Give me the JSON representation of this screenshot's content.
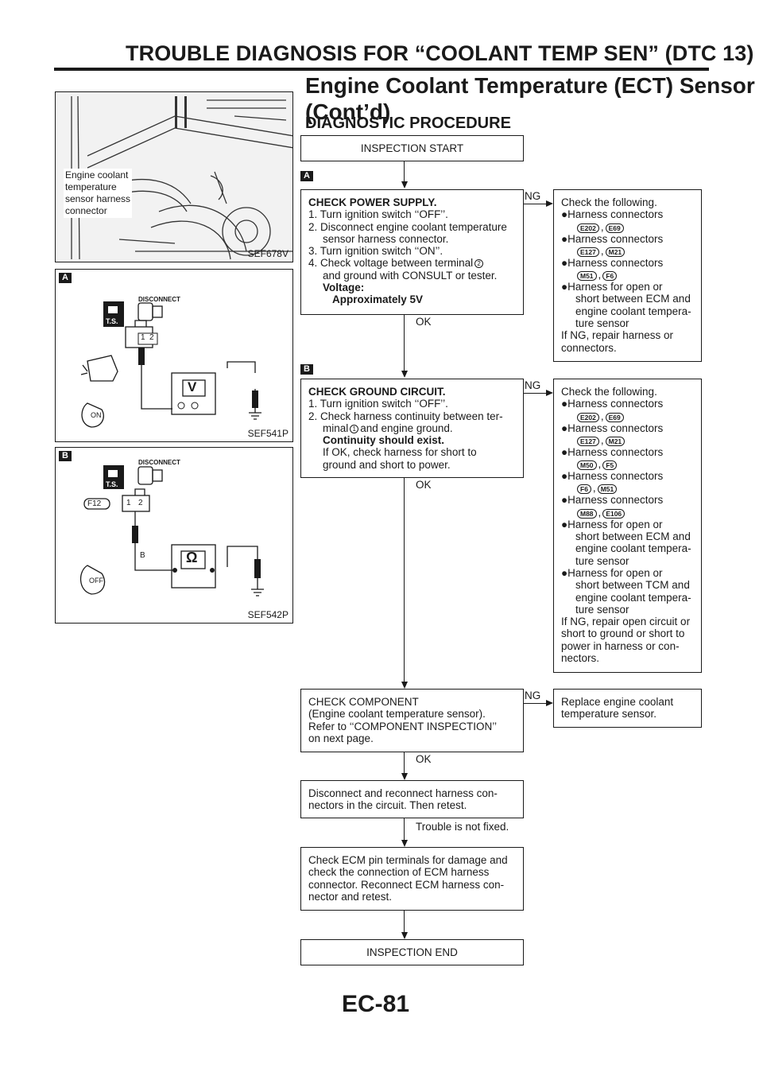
{
  "header": {
    "title": "TROUBLE DIAGNOSIS FOR “COOLANT TEMP SEN” (DTC 13)",
    "section_line1": "Engine Coolant Temperature (ECT) Sensor",
    "section_line2": "(Cont’d)"
  },
  "procedure_title": "DIAGNOSTIC PROCEDURE",
  "figures": {
    "fig1": {
      "code": "SEF678V",
      "label": "Engine coolant\ntemperature\nsensor harness\nconnector"
    },
    "fig2": {
      "code": "SEF541P",
      "badge": "A",
      "disconnect": "DISCONNECT",
      "ts": "T.S.",
      "pin1": "1",
      "pin2": "2",
      "meter": "V",
      "key": "ON"
    },
    "fig3": {
      "code": "SEF542P",
      "badge": "B",
      "disconnect": "DISCONNECT",
      "ts": "T.S.",
      "connector": "F12",
      "pin1": "1",
      "pin2": "2",
      "wire": "B",
      "meter": "Ω",
      "key": "OFF"
    }
  },
  "flow": {
    "start": "INSPECTION START",
    "badge_a": "A",
    "badge_b": "B",
    "step1": {
      "title": "CHECK POWER SUPPLY.",
      "l1": "1. Turn ignition switch ‘‘OFF’’.",
      "l2": "2. Disconnect engine coolant temperature",
      "l2b": "sensor harness connector.",
      "l3": "3. Turn ignition switch ‘‘ON’’.",
      "l4": "4. Check voltage between terminal",
      "l4_term": "2",
      "l4b": "and ground with CONSULT or tester.",
      "voltage_label": "Voltage:",
      "voltage_value": "Approximately 5V",
      "ok": "OK",
      "ng": "NG"
    },
    "ng1": {
      "head": "Check the following.",
      "items": [
        {
          "text": "Harness connectors",
          "c1": "E202",
          "c2": "E69"
        },
        {
          "text": "Harness connectors",
          "c1": "E127",
          "c2": "M21"
        },
        {
          "text": "Harness connectors",
          "c1": "M51",
          "c2": "F6"
        }
      ],
      "extra_l1": "Harness for open or",
      "extra_l2": "short between ECM and",
      "extra_l3": "engine coolant tempera-",
      "extra_l4": "ture sensor",
      "tail1": "If NG, repair harness or",
      "tail2": "connectors."
    },
    "step2": {
      "title": "CHECK GROUND CIRCUIT.",
      "l1": "1. Turn ignition switch ‘‘OFF’’.",
      "l2": "2. Check harness continuity between ter-",
      "l2b_pre": "minal",
      "l2_term": "1",
      "l2b_post": "and engine ground.",
      "cont": "Continuity should exist.",
      "l3": "If OK, check harness for short to",
      "l3b": "ground and short to power.",
      "ok": "OK",
      "ng": "NG"
    },
    "ng2": {
      "head": "Check the following.",
      "items": [
        {
          "text": "Harness connectors",
          "c1": "E202",
          "c2": "E69"
        },
        {
          "text": "Harness connectors",
          "c1": "E127",
          "c2": "M21"
        },
        {
          "text": "Harness connectors",
          "c1": "M50",
          "c2": "F5"
        },
        {
          "text": "Harness connectors",
          "c1": "F6",
          "c2": "M51"
        },
        {
          "text": "Harness connectors",
          "c1": "M88",
          "c2": "E106"
        }
      ],
      "ecm_l1": "Harness for open or",
      "ecm_l2": "short between ECM and",
      "ecm_l3": "engine coolant tempera-",
      "ecm_l4": "ture sensor",
      "tcm_l1": "Harness for open or",
      "tcm_l2": "short between TCM and",
      "tcm_l3": "engine coolant tempera-",
      "tcm_l4": "ture sensor",
      "tail1": "If NG, repair open circuit or",
      "tail2": "short to ground or short to",
      "tail3": "power in harness or con-",
      "tail4": "nectors."
    },
    "step3": {
      "l1": "CHECK COMPONENT",
      "l2": "(Engine coolant temperature sensor).",
      "l3": "Refer to ‘‘COMPONENT INSPECTION’’",
      "l4": "on next page.",
      "ok": "OK",
      "ng": "NG"
    },
    "ng3": {
      "l1": "Replace engine coolant",
      "l2": "temperature sensor."
    },
    "step4": {
      "l1": "Disconnect and reconnect harness con-",
      "l2": "nectors in the circuit. Then retest.",
      "after": "Trouble is not fixed."
    },
    "step5": {
      "l1": "Check ECM pin terminals for damage and",
      "l2": "check the connection of ECM harness",
      "l3": "connector. Reconnect ECM harness con-",
      "l4": "nector and retest."
    },
    "end": "INSPECTION END"
  },
  "page_number": "EC-81"
}
